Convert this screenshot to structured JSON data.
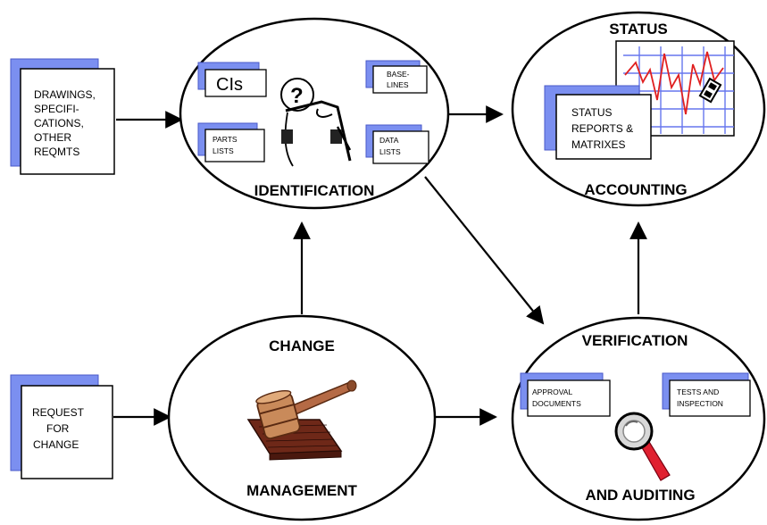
{
  "inputs": {
    "requirements": [
      "DRAWINGS,",
      "SPECIFI-",
      "CATIONS,",
      "OTHER",
      "REQMTS"
    ],
    "change_request": [
      "REQUEST",
      "FOR",
      "CHANGE"
    ]
  },
  "identification": {
    "title": "IDENTIFICATION",
    "docs": {
      "cis": "CIs",
      "baselines": [
        "BASE-",
        "LINES"
      ],
      "parts_lists": [
        "PARTS",
        "LISTS"
      ],
      "data_lists": [
        "DATA",
        "LISTS"
      ]
    },
    "figure_symbol": "?"
  },
  "status_accounting": {
    "title_top": "STATUS",
    "title_bottom": "ACCOUNTING",
    "report": [
      "STATUS",
      "REPORTS &",
      "MATRIXES"
    ],
    "chart_color": "#e02020",
    "grid_color": "#6677ee"
  },
  "change_management": {
    "title_top": "CHANGE",
    "title_bottom": "MANAGEMENT",
    "gavel_color": "#8a4a2a"
  },
  "verification_auditing": {
    "title_top": "VERIFICATION",
    "title_bottom": "AND AUDITING",
    "docs": {
      "approval": [
        "APPROVAL",
        "DOCUMENTS"
      ],
      "tests": [
        "TESTS AND",
        "INSPECTION"
      ]
    },
    "magnifier_handle_color": "#e02030"
  },
  "colors": {
    "doc_shadow": "#7b8ff0",
    "doc_shadow_edge": "#4a5ac8",
    "outline": "#000000"
  }
}
